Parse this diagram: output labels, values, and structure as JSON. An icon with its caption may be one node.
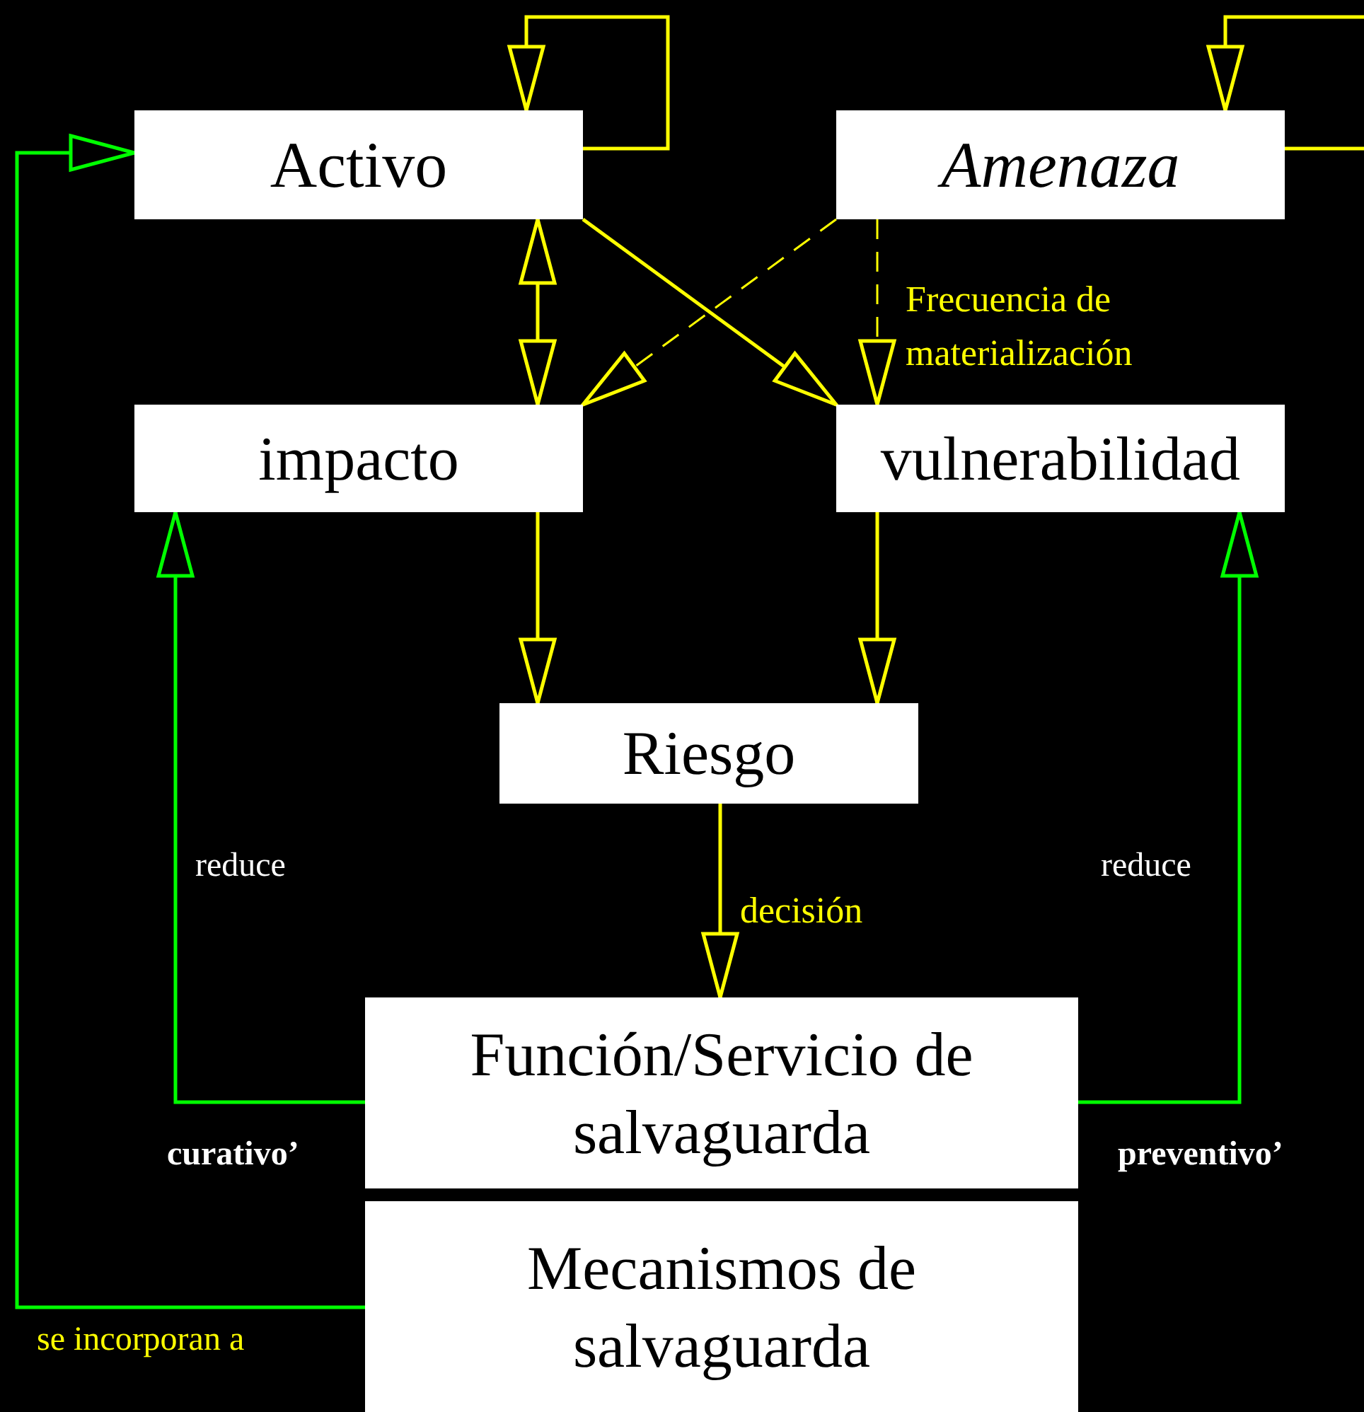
{
  "diagram": {
    "nodes": [
      {
        "text": [
          "Activo"
        ]
      },
      {
        "text": [
          "*Amenaza*"
        ]
      },
      {
        "text": [
          "impacto"
        ]
      },
      {
        "text": [
          "vulnerabilidad"
        ]
      },
      {
        "text": [
          "Riesgo"
        ]
      },
      {
        "text": [
          "Función/Servicio de salvaguarda"
        ],
        "beside": [
          "curativo’",
          "preventivo’"
        ]
      },
      {
        "text": [
          "Mecanismos de salvaguarda"
        ]
      }
    ],
    "edges": [
      {
        "from": 0,
        "to": 0,
        "arrow": "to"
      },
      {
        "from": 1,
        "to": 1,
        "arrow": "to"
      },
      {
        "from": 0,
        "to": 2,
        "arrow": "both"
      },
      {
        "from": 0,
        "to": 3,
        "arrow": "to"
      },
      {
        "from": 1,
        "to": 2,
        "arrow": "to",
        "style": "dashed"
      },
      {
        "from": 1,
        "to": 3,
        "arrow": "to",
        "style": "dashed",
        "label": "Frecuencia de materialización"
      },
      {
        "from": 2,
        "to": 4,
        "arrow": "to"
      },
      {
        "from": 3,
        "to": 4,
        "arrow": "to"
      },
      {
        "from": 4,
        "to": 5,
        "arrow": "to",
        "label": "decisión"
      },
      {
        "from": 5,
        "to": 2,
        "arrow": "to",
        "color": "#00ff00",
        "label": "reduce"
      },
      {
        "from": 5,
        "to": 3,
        "arrow": "to",
        "color": "#00ff00",
        "label": "reduce"
      },
      {
        "from": 6,
        "to": 0,
        "arrow": "to",
        "color": "#00ff00",
        "label": "se incorporan  a"
      }
    ]
  }
}
